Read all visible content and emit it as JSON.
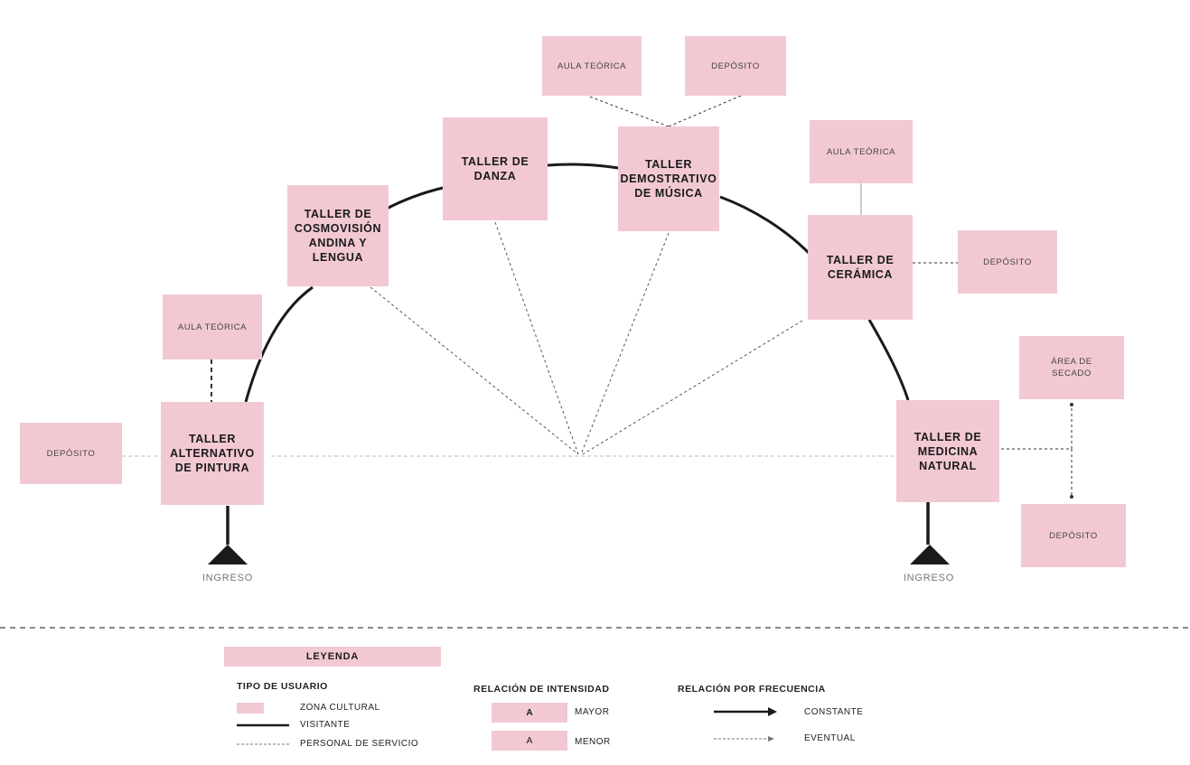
{
  "nodes": {
    "taller_danza": "TALLER DE\nDANZA",
    "taller_musica": "TALLER\nDEMOSTRATIVO\nDE MÚSICA",
    "taller_cosmovision": "TALLER DE\nCOSMOVISIÓN\nANDINA Y\nLENGUA",
    "taller_ceramica": "TALLER DE\nCERÁMICA",
    "taller_pintura": "TALLER\nALTERNATIVO\nDE PINTURA",
    "taller_medicina": "TALLER DE\nMEDICINA\nNATURAL",
    "aula_teorica_top": "AULA TEÓRICA",
    "deposito_top": "DEPÓSITO",
    "aula_teorica_ceramica": "AULA TEÓRICA",
    "deposito_ceramica": "DEPÓSITO",
    "aula_teorica_pintura": "AULA TEÓRICA",
    "deposito_pintura": "DEPÓSITO",
    "area_secado": "ÁREA DE\nSECADO",
    "deposito_medicina": "DEPÓSITO"
  },
  "ingresos": {
    "left": "INGRESO",
    "right": "INGRESO"
  },
  "legend": {
    "title": "LEYENDA",
    "tipo_usuario": {
      "heading": "TIPO DE USUARIO",
      "items": [
        "ZONA CULTURAL",
        "VISITANTE",
        "PERSONAL DE SERVICIO"
      ]
    },
    "intensidad": {
      "heading": "RELACIÓN DE INTENSIDAD",
      "swatch": "A",
      "items": [
        "MAYOR",
        "MENOR"
      ]
    },
    "frecuencia": {
      "heading": "RELACIÓN POR FRECUENCIA",
      "items": [
        "CONSTANTE",
        "EVENTUAL"
      ]
    }
  },
  "colors": {
    "node_fill": "#f2c9d3",
    "line": "#1a1a1a"
  }
}
